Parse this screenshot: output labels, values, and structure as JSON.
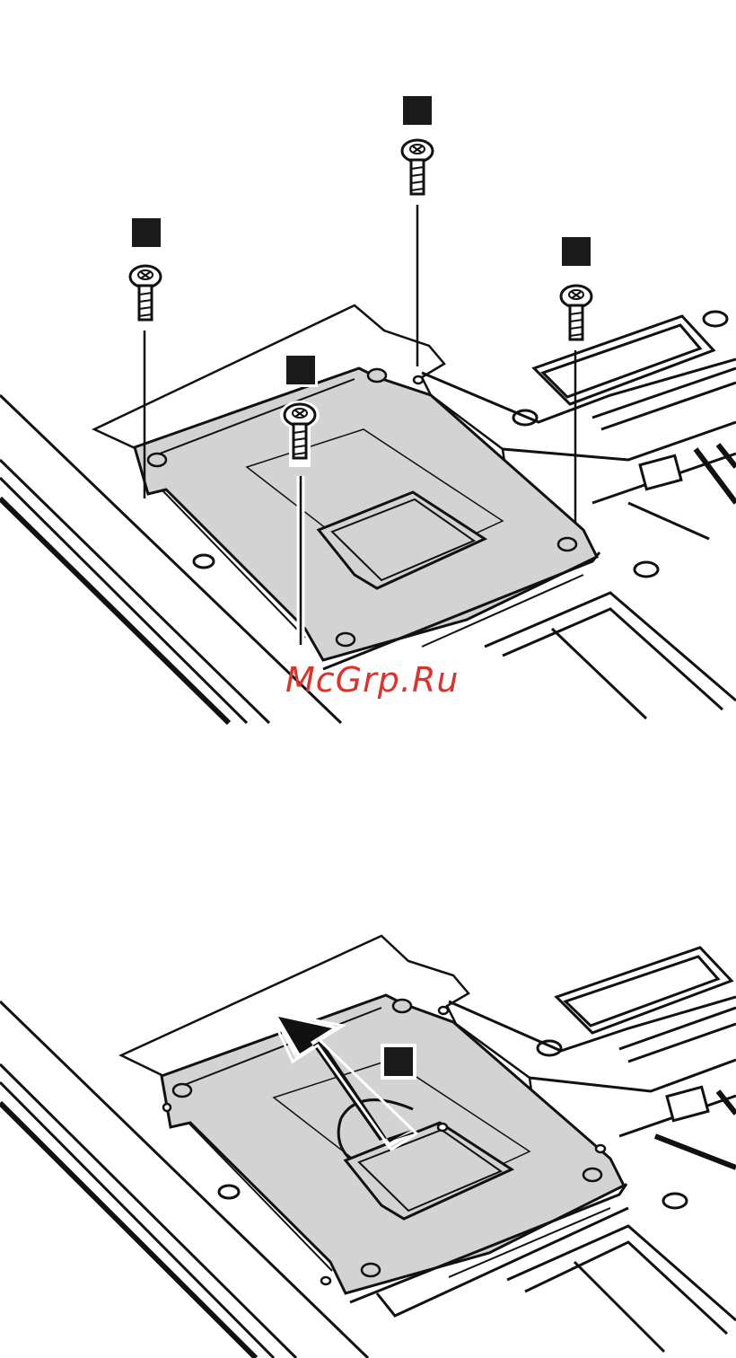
{
  "watermark": {
    "text": "McGrp.Ru"
  },
  "colors": {
    "line": "#111111",
    "plate": "#d3d3d3",
    "marker": "#1a1a1a",
    "watermark": "#e0302a",
    "background": "#ffffff"
  },
  "figures": [
    {
      "name": "remove-screws",
      "screw_count": 4,
      "step_markers": 4
    },
    {
      "name": "slide-out-drive",
      "step_markers": 1,
      "arrow_direction": "up-left"
    }
  ]
}
